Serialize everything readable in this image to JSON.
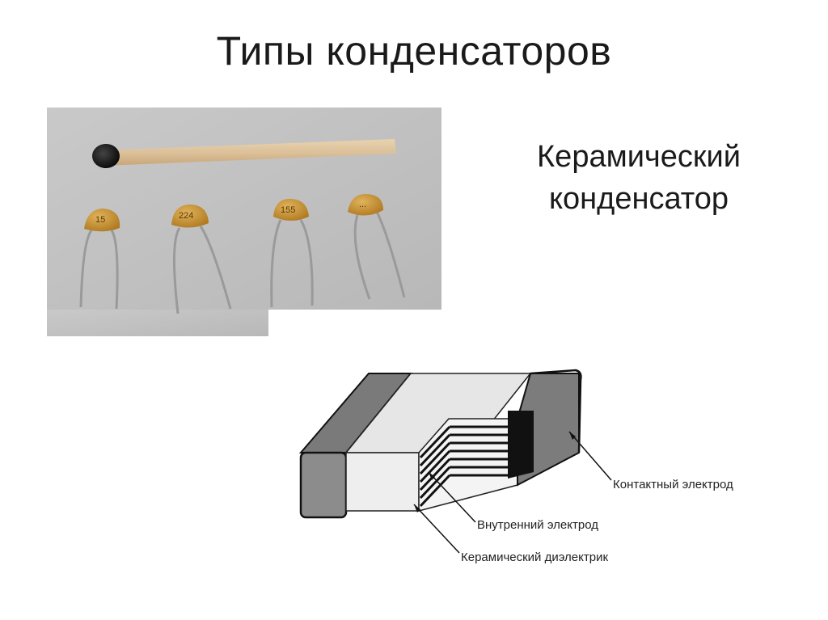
{
  "slide": {
    "title": "Типы конденсаторов",
    "subtitle_line1": "Керамический",
    "subtitle_line2": "конденсатор"
  },
  "photo": {
    "capacitor_markings": [
      "15",
      "224",
      "155",
      "..."
    ]
  },
  "diagram": {
    "labels": {
      "contact_electrode": "Контактный электрод",
      "inner_electrode": "Внутренний электрод",
      "ceramic_dielectric": "Керамический диэлектрик"
    }
  }
}
